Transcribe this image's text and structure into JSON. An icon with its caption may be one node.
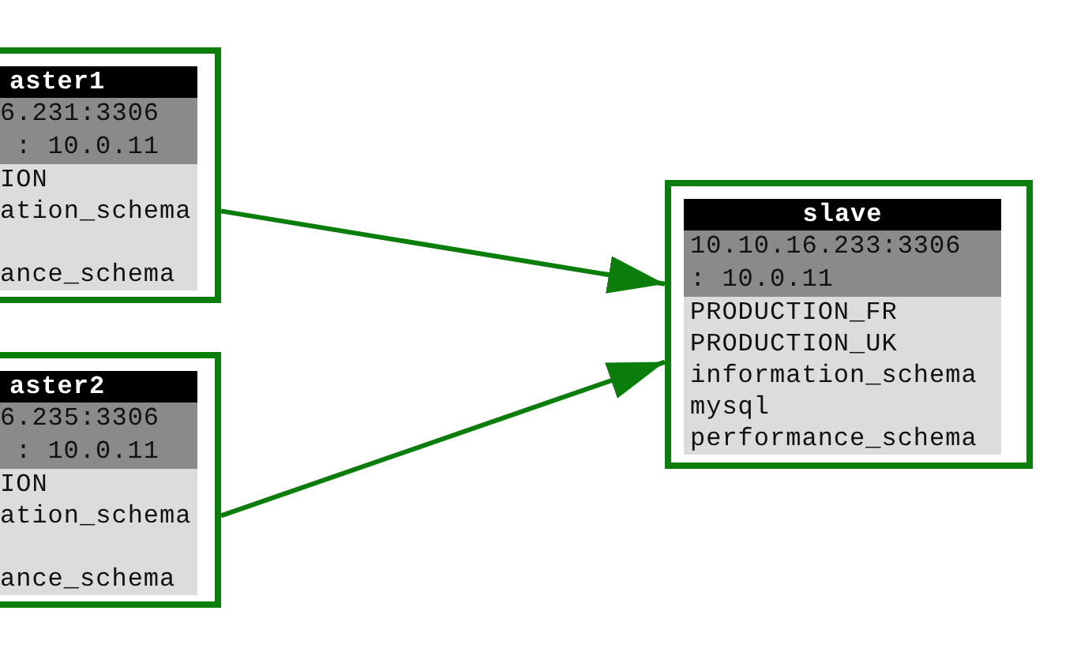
{
  "diagram": {
    "nodes": [
      {
        "text": [
          "aster1",
          "6.231:3306",
          ": 10.0.11",
          "ION",
          "ation_schema",
          "ance_schema"
        ]
      },
      {
        "text": [
          "aster2",
          "6.235:3306",
          ": 10.0.11",
          "ION",
          "ation_schema",
          "ance_schema"
        ]
      },
      {
        "text": [
          "slave",
          "10.10.16.233:3306",
          ": 10.0.11",
          "PRODUCTION_FR",
          "PRODUCTION_UK",
          "information_schema",
          "mysql",
          "performance_schema"
        ]
      }
    ],
    "edges": [
      {
        "from": 0,
        "to": 2,
        "arrow": "to"
      },
      {
        "from": 1,
        "to": 2,
        "arrow": "to"
      }
    ]
  }
}
